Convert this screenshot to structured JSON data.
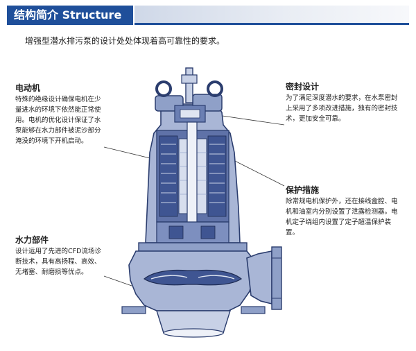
{
  "header": {
    "title": "结构简介  Structure"
  },
  "intro": "增强型潜水排污泵的设计处处体现着高可靠性的要求。",
  "callouts": {
    "motor": {
      "title": "电动机",
      "body": "特殊的绝缘设计确保电机在少量进水的环境下依然能正常使用。电机的优化设计保证了水泵能够在水力部件被泥沙部分淹没的环境下开机启动。"
    },
    "seal": {
      "title": "密封设计",
      "body": "为了满足深度潜水的要求，在水泵密封上采用了多项改进措施，独有的密封技术，更加安全可靠。"
    },
    "protect": {
      "title": "保护措施",
      "body": "除常规电机保护外，还在接线盒腔、电机和油室内分别设置了泄露检测器。电机定子绕组内设置了定子超温保护装置。"
    },
    "hydro": {
      "title": "水力部件",
      "body": "设计运用了先进的CFD流场诊断技术，具有高扬程、高效、无堵塞、耐磨损等优点。"
    }
  },
  "colors": {
    "header_blue": "#1f4f9a",
    "pump_body": "#a9b6d6",
    "pump_outline": "#2b3d6e",
    "pump_dark": "#3f5592"
  }
}
